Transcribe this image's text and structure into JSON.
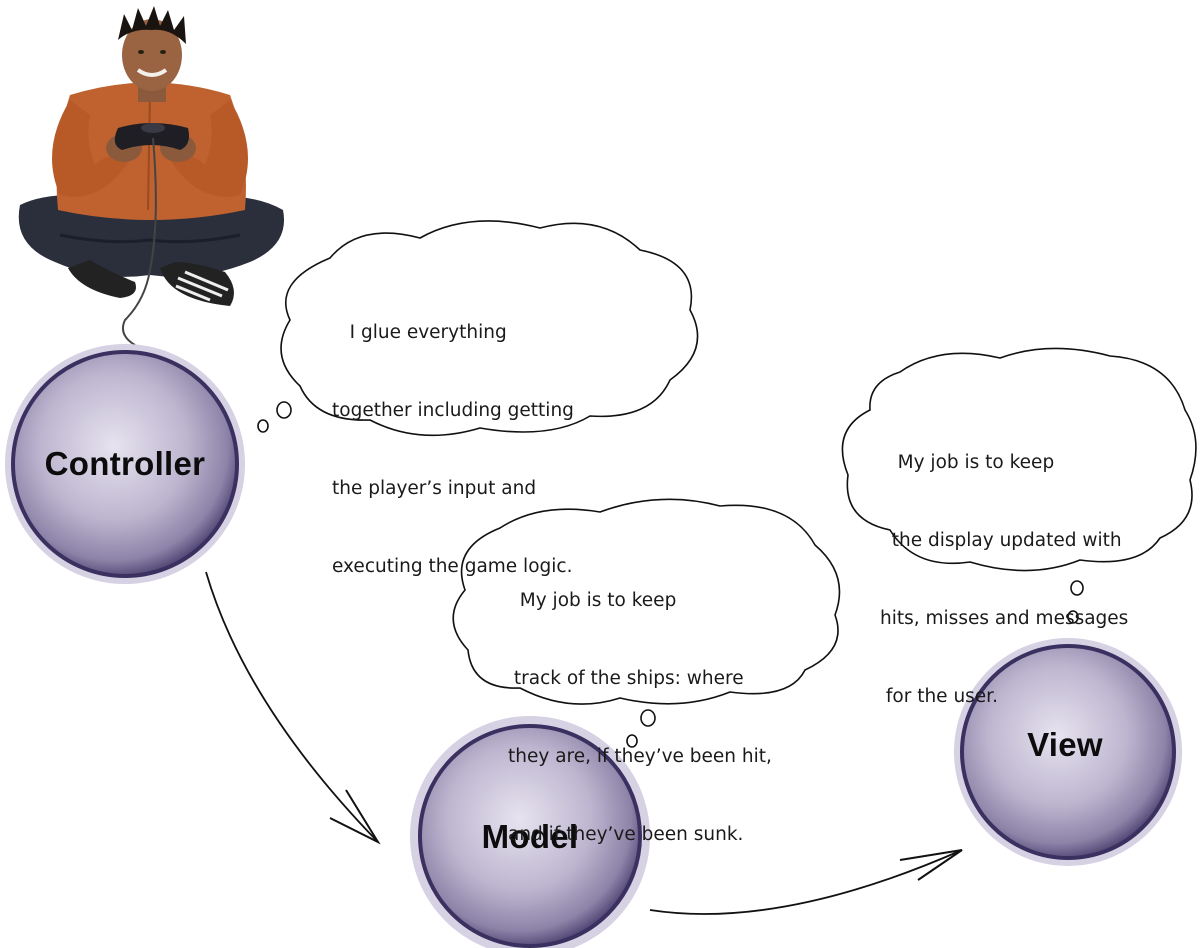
{
  "nodes": {
    "controller": "Controller",
    "model": "Model",
    "view": "View"
  },
  "bubbles": {
    "controller": [
      "   I glue everything",
      "together including getting",
      "the player’s input and",
      "executing the game logic."
    ],
    "model": [
      "  My job is to keep",
      " track of the ships: where",
      "they are, if they’ve been hit,",
      "and if they’ve been sunk."
    ],
    "view": [
      "   My job is to keep",
      "  the display updated with",
      "hits, misses and messages",
      " for the user."
    ]
  },
  "illustration": "person-with-game-controller",
  "colors": {
    "node_fill": "#b3acc6",
    "node_rim": "#3b3160",
    "halo": "#d6d1e3",
    "line": "#111111"
  }
}
